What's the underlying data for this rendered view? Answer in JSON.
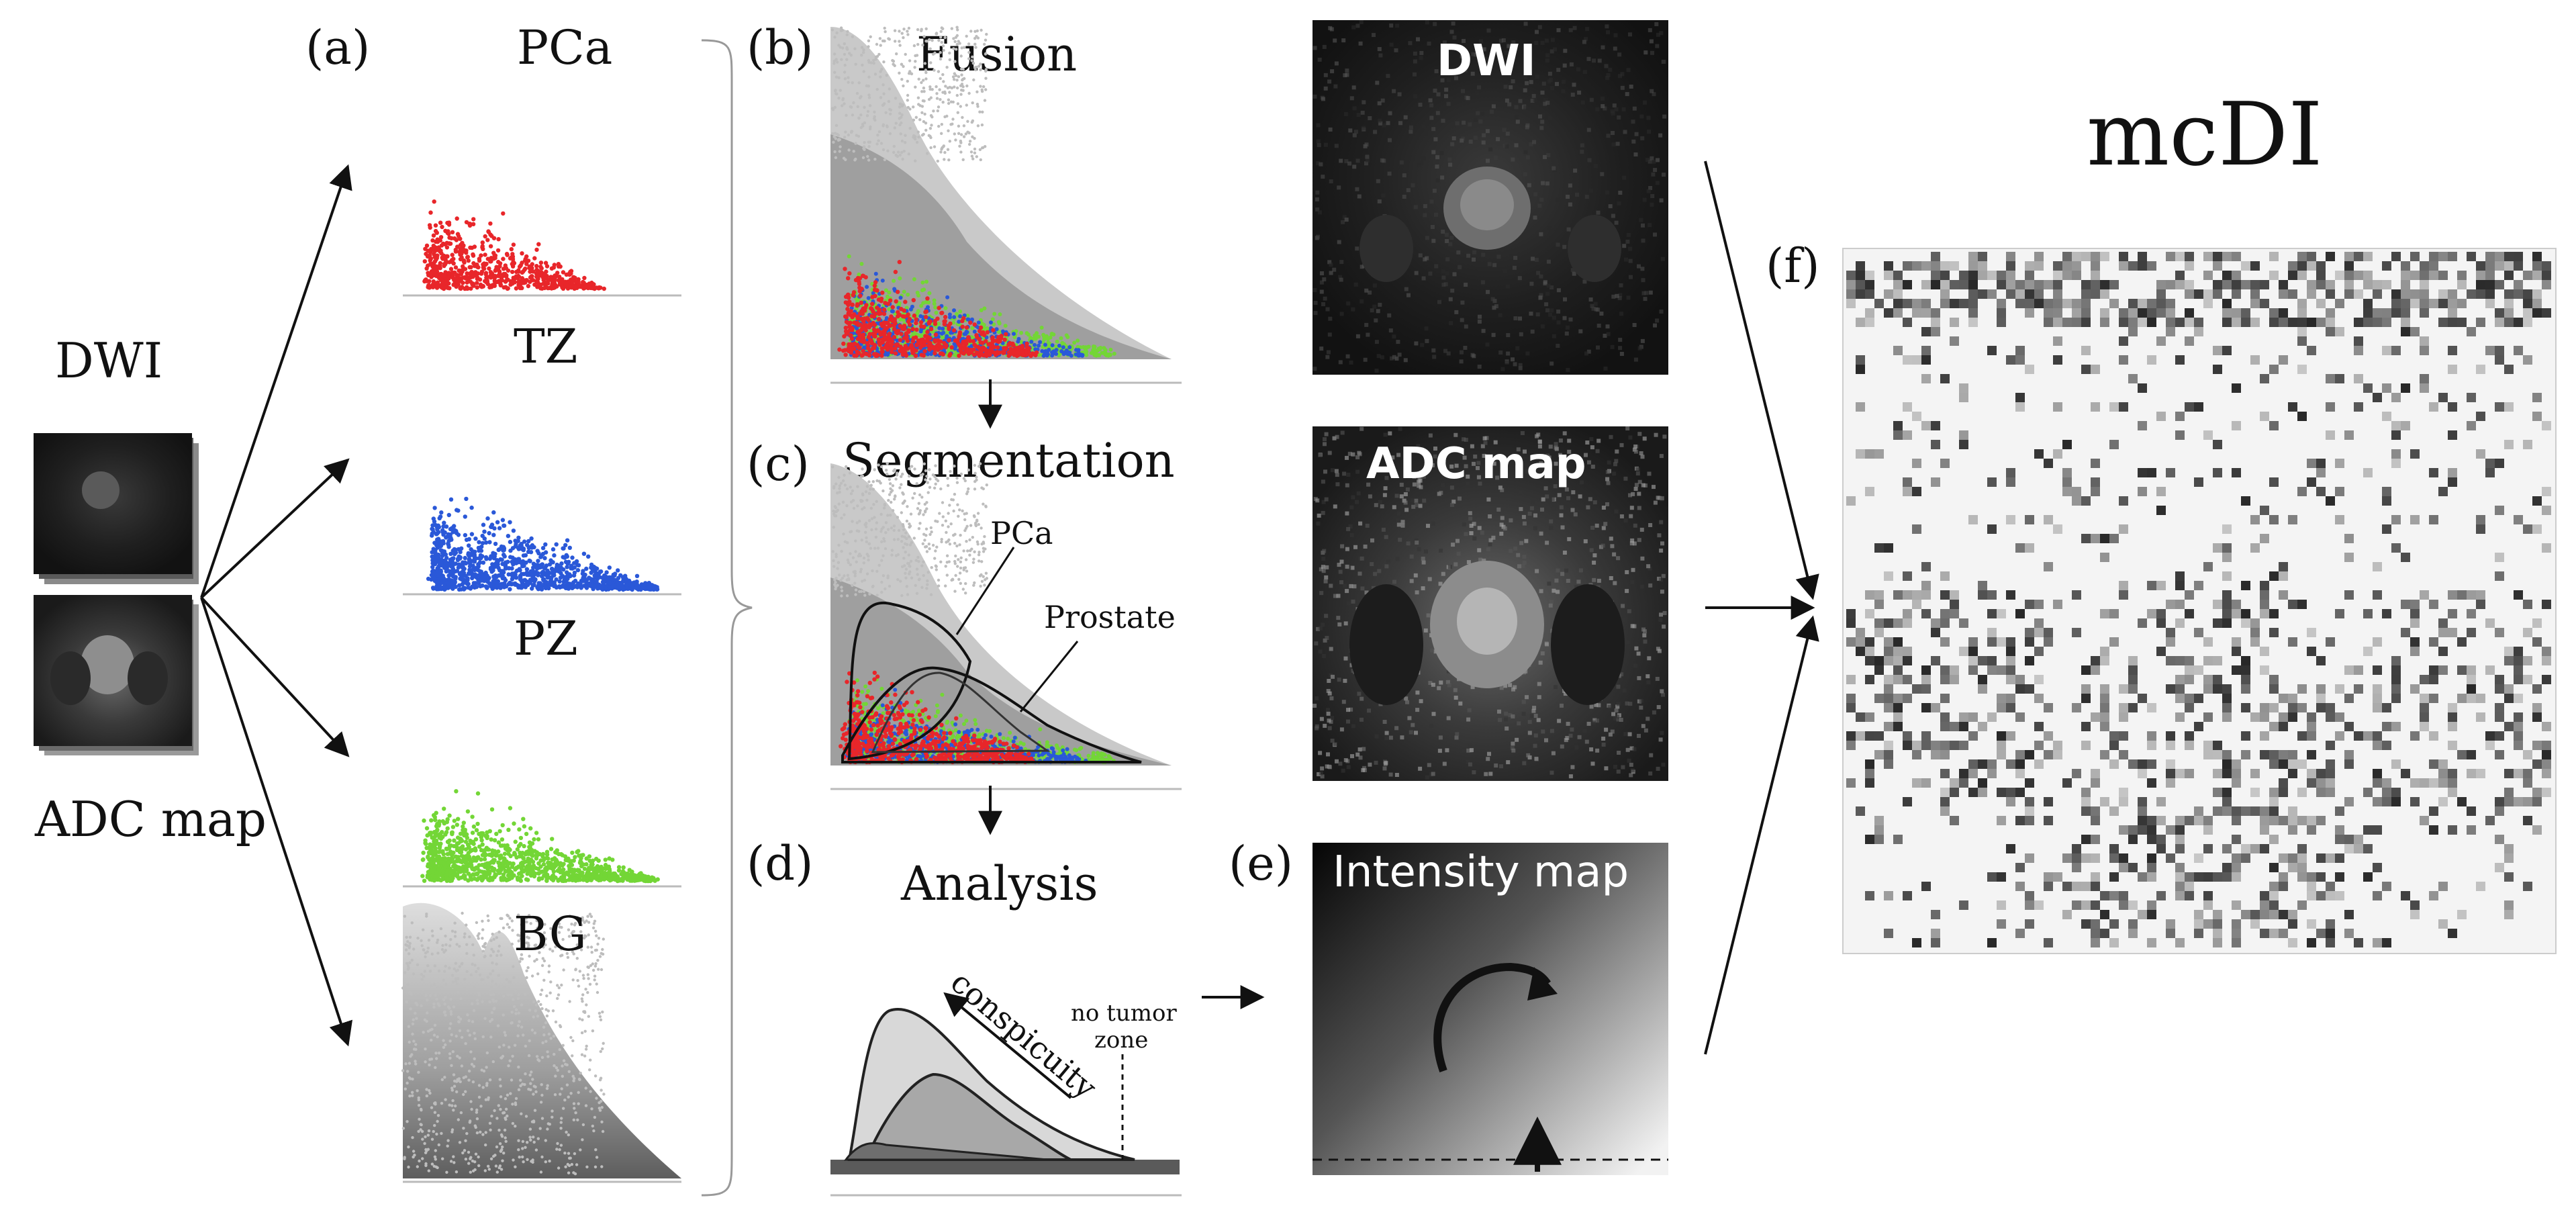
{
  "left": {
    "dwi_label": "DWI",
    "adc_label": "ADC map"
  },
  "panel_a": {
    "letter": "(a)",
    "plots": [
      {
        "title": "PCa"
      },
      {
        "title": "TZ"
      },
      {
        "title": "PZ"
      },
      {
        "title": "BG"
      }
    ]
  },
  "panel_b": {
    "letter": "(b)",
    "title": "Fusion"
  },
  "panel_c": {
    "letter": "(c)",
    "title": "Segmentation",
    "ann_pca": "PCa",
    "ann_prostate": "Prostate"
  },
  "panel_d": {
    "letter": "(d)",
    "title": "Analysis",
    "ann_conspicuity": "conspicuity",
    "ann_no_tumor_1": "no tumor",
    "ann_no_tumor_2": "zone"
  },
  "panel_e": {
    "letter": "(e)",
    "title": "Intensity map"
  },
  "images": {
    "dwi_title": "DWI",
    "adc_title": "ADC map"
  },
  "panel_f": {
    "letter": "(f)",
    "title": "mcDI"
  },
  "colors": {
    "pca": "#e8262a",
    "tz": "#2a58d8",
    "pz": "#73d636",
    "bg_gray": "#9a9a9a",
    "dark_scan": "#1e1e1e"
  }
}
